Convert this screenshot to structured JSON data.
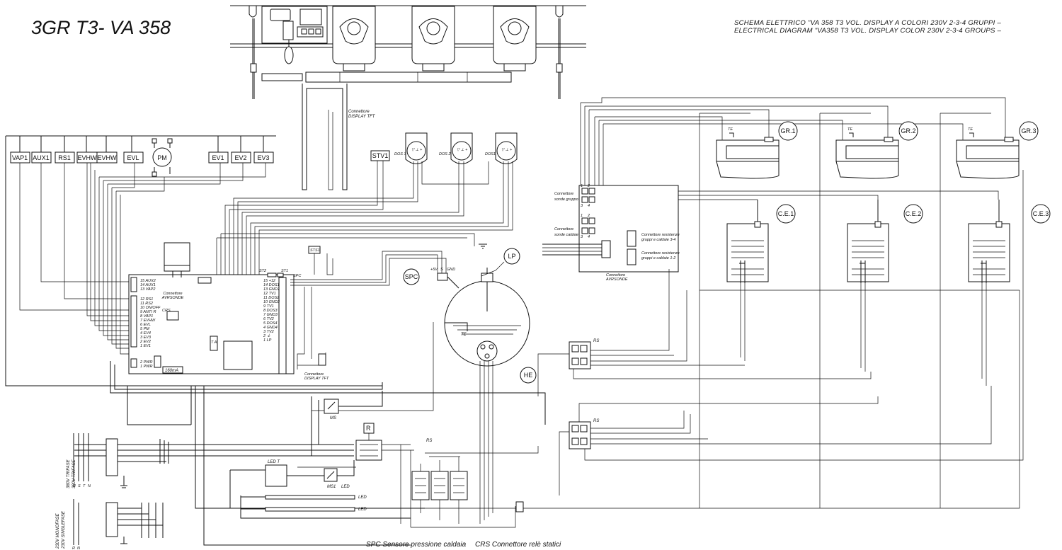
{
  "header": {
    "title": "3GR T3- VA 358",
    "subtitle_it": "SCHEMA ELETTRICO \"VA 358 T3 VOL. DISPLAY A COLORI 230V 2-3-4 GRUPPI –",
    "subtitle_en": "ELECTRICAL DIAGRAM \"VA358 T3 VOL. DISPLAY COLOR 230V 2-3-4 GROUPS –"
  },
  "components": {
    "top_row": [
      "VAP1",
      "AUX1",
      "RS1",
      "EVHW",
      "EVHW",
      "EVL",
      "EV1",
      "EV2",
      "EV3"
    ],
    "pump": "PM",
    "stv": "STV1",
    "dosers": [
      "DOS 3",
      "DOS 2",
      "DOS1"
    ],
    "groups": [
      "GR.1",
      "GR.2",
      "GR.3"
    ],
    "group_te": "TE",
    "heaters": [
      "C.E.1",
      "C.E.2",
      "C.E.3"
    ],
    "boiler_labels": [
      "LP",
      "SPC",
      "TE",
      "HE"
    ],
    "boiler_supply": [
      "+5V",
      "S",
      "GND"
    ],
    "relays": [
      "RS",
      "RS",
      "RS",
      "MS",
      "R",
      "MS1",
      "LED T"
    ],
    "leds": [
      "LED",
      "LED",
      "LED"
    ],
    "sts1": "STS1",
    "st2": "ST2",
    "st1": "ST1",
    "spc_tag": "SPC",
    "crs_tag": "CRS",
    "ta_tag": "T A",
    "fuse": "160mA"
  },
  "connectors": {
    "display_top": [
      "Connettore",
      "DISPLAY TFT"
    ],
    "display_bottom": [
      "Connettore",
      "DISPLAY TFT"
    ],
    "avrsonde_board": [
      "Connettore",
      "AVRSONDE"
    ],
    "avrsonde_right": [
      "Connettore",
      "AVRSONDE"
    ],
    "sonde_gruppo": [
      "Connettore",
      "sonde gruppo"
    ],
    "sonde_caldaie": [
      "Connettore",
      "sonde caldaie"
    ],
    "res_34": [
      "Connettore resistenze",
      "gruppi e caldaie 3-4"
    ],
    "res_12": [
      "Connettore resistenze",
      "gruppi e caldaie 1-2"
    ],
    "pin_nums": [
      "1",
      "2",
      "3",
      "4"
    ]
  },
  "board": {
    "left_pins": [
      "15 AUX2",
      "14 AUX1",
      "13 VAP2",
      "12 RS1",
      "11 RS2",
      "10 ON/OFF",
      "9 ANTI R",
      "8 VAP1",
      "7 EVHW",
      "6 EVL",
      "5 PM",
      "4 EV4",
      "3 EV3",
      "2 EV2",
      "1 EV1"
    ],
    "pwr_pins": [
      "2 PWR",
      "1 PWR"
    ],
    "mid_pins": [
      "15 +12",
      "14 DOS1",
      "13 GND1",
      "12 TV1",
      "11 DOS2",
      "10 GND2",
      "9 TV1",
      "8 DOS3",
      "7 GND3",
      "6 TV2",
      "5 DOS4",
      "4 GND4",
      "3 TV2",
      "2 ⏚",
      "1 LP"
    ]
  },
  "power": {
    "three_phase_label": [
      "380V TRIFASE",
      "380V TRIFASE"
    ],
    "three_phase_terms": [
      "R",
      "S",
      "T",
      "N"
    ],
    "single_phase_label": [
      "230V MONOFASE",
      "230V SINGLEFASE"
    ],
    "single_phase_terms": [
      "R",
      "N"
    ]
  },
  "footer": {
    "spc": "SPC  Sensore pressione caldaia",
    "crs": "CRS  Connettore relè statici"
  }
}
